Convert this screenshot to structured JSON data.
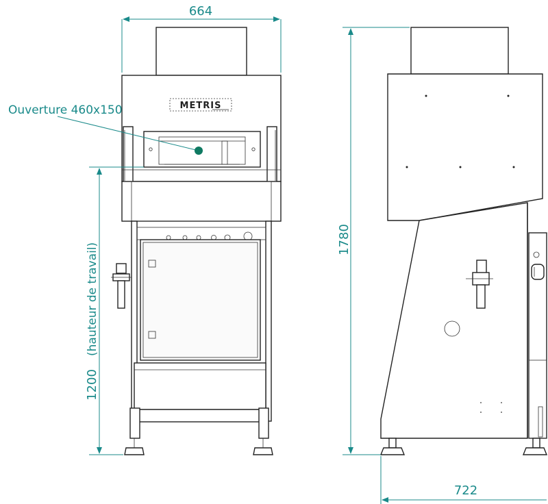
{
  "drawing": {
    "front_width_label": "664",
    "depth_label": "722",
    "total_height_label": "1780",
    "work_height_label": "1200",
    "work_height_note": "(hauteur de travail)",
    "opening_label": "Ouverture 460x150",
    "brand": "METRIS"
  },
  "colors": {
    "dimension": "#1a8a8a",
    "outline": "#222222",
    "marker": "#0f7a62"
  }
}
